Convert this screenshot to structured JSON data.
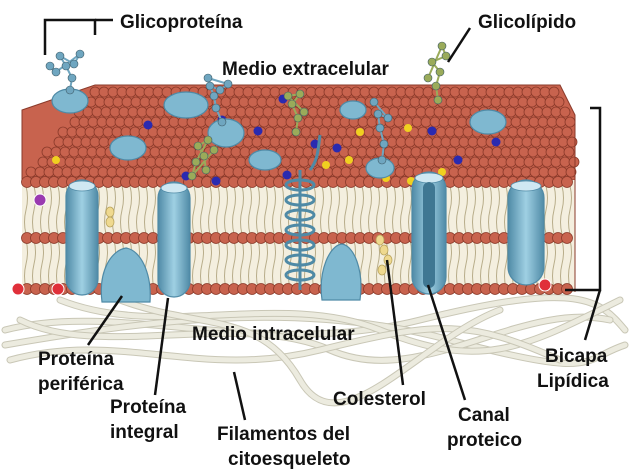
{
  "diagram": {
    "labels": {
      "glycoprotein": "Glicoproteína",
      "glycolipid": "Glicolípido",
      "extracellular": "Medio extracelular",
      "intracellular": "Medio intracelular",
      "peripheral_l1": "Proteína",
      "peripheral_l2": "periférica",
      "integral_l1": "Proteína",
      "integral_l2": "integral",
      "filaments_l1": "Filamentos del",
      "filaments_l2": "citoesqueleto",
      "cholesterol": "Colesterol",
      "channel_l1": "Canal",
      "channel_l2": "proteico",
      "bilayer_l1": "Bicapa",
      "bilayer_l2": "Lipídica"
    },
    "colors": {
      "lipid_head": "#c8634e",
      "lipid_head_stroke": "#8a3a2a",
      "lipid_tail": "#e8e0c8",
      "protein": "#7fb8d0",
      "protein_dark": "#4f8aa6",
      "sugar_blue": "#6fa6c0",
      "sugar_green": "#9aab5a",
      "cholesterol": "#efd98f",
      "dot_blue": "#2a2ab0",
      "dot_yellow": "#f0d020",
      "filament": "#ecebdf"
    }
  }
}
